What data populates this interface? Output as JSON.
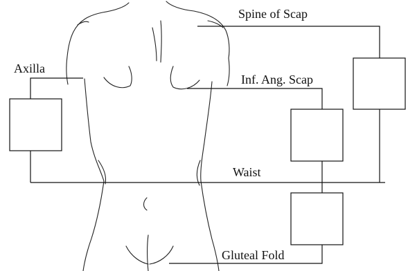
{
  "labels": {
    "spine_of_scap": "Spine of Scap",
    "axilla": "Axilla",
    "inf_ang_scap": "Inf. Ang. Scap",
    "waist": "Waist",
    "gluteal_fold": "Gluteal Fold"
  }
}
